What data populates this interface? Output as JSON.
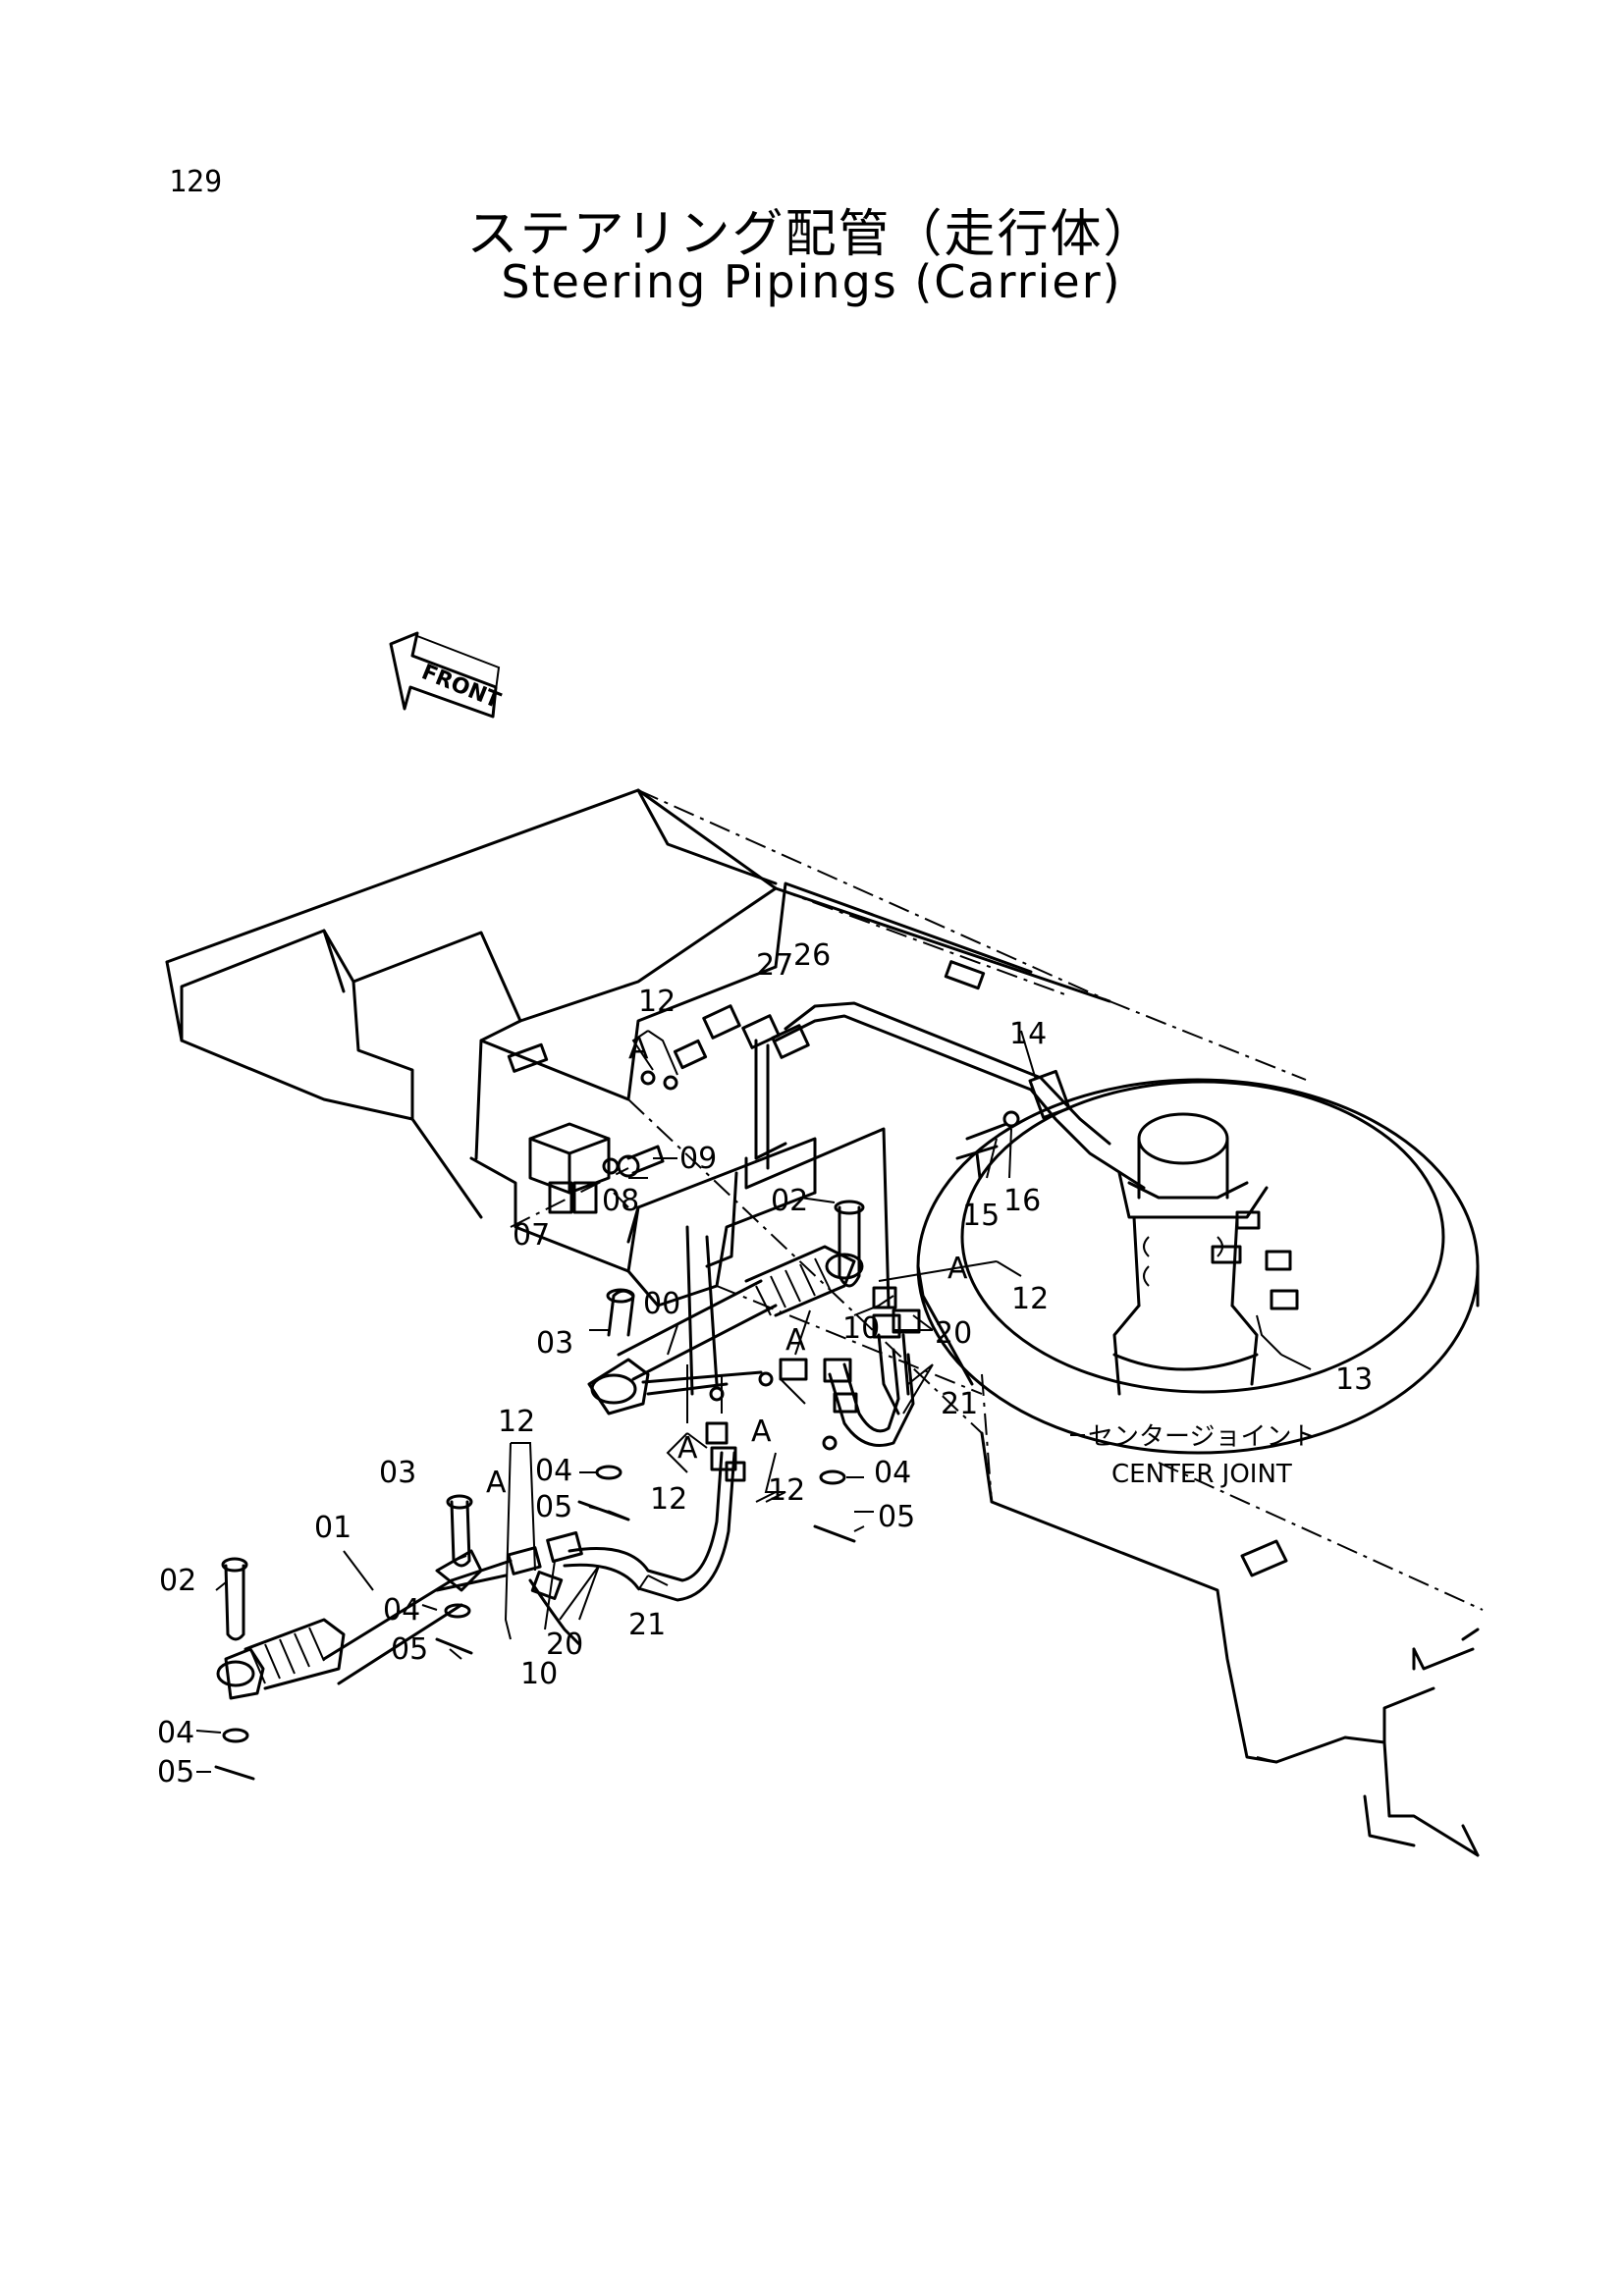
{
  "page_number": "129",
  "title_ja": "ステアリング配管（走行体）",
  "title_en": "Steering Pipings (Carrier)",
  "front_label": "FRONT",
  "center_joint": {
    "ja": "センタージョイント",
    "en": "CENTER JOINT"
  },
  "callouts": [
    "27",
    "26",
    "14",
    "12",
    "A",
    "09",
    "08",
    "07",
    "15",
    "16",
    "02",
    "00",
    "A",
    "12",
    "10",
    "20",
    "03",
    "A",
    "A",
    "21",
    "13",
    "12",
    "04",
    "12",
    "A",
    "12",
    "05",
    "04",
    "05",
    "03",
    "01",
    "02",
    "A",
    "04",
    "05",
    "20",
    "10",
    "21",
    "04",
    "05"
  ]
}
